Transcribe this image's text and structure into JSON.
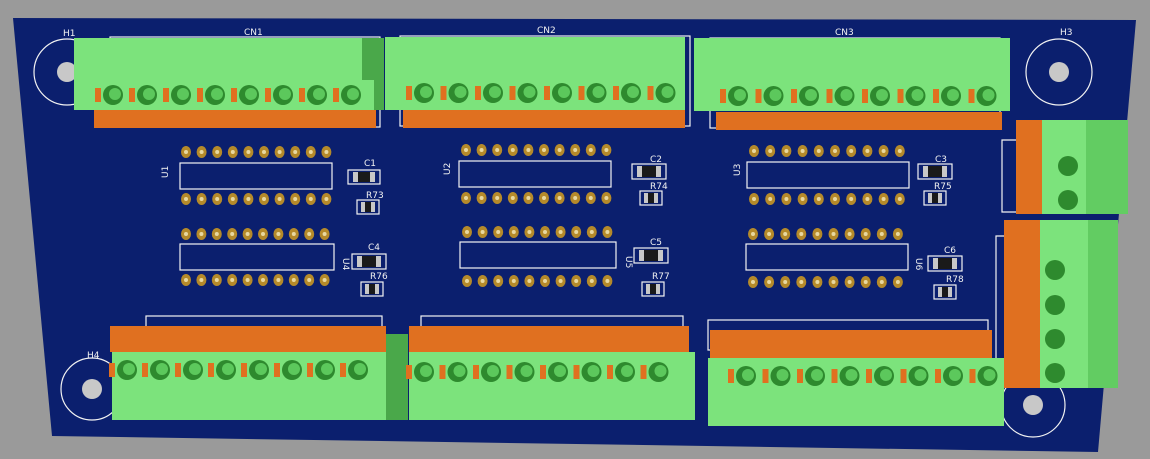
{
  "board": {
    "colors": {
      "background": "#9a9a9a",
      "pcb": "#0b1f6e",
      "silkscreen": "#f2f2f2",
      "pad": "#b58a2a",
      "connector_body": "#7ce37c",
      "connector_shade": "#4aa84a",
      "latch": "#e07020",
      "smd_body": "#1a1a1a",
      "smd_end": "#c8c8c8"
    }
  },
  "mounting_holes": [
    "H1",
    "H3",
    "H4"
  ],
  "connectors": {
    "top": [
      "CN1",
      "CN2",
      "CN3"
    ]
  },
  "ics": {
    "row1": [
      "U1",
      "U2",
      "U3"
    ],
    "row2": [
      "U4",
      "U5",
      "U6"
    ]
  },
  "capacitors": [
    "C1",
    "C2",
    "C3",
    "C4",
    "C5",
    "C6"
  ],
  "resistors": [
    "R73",
    "R74",
    "R75",
    "R76",
    "R77",
    "R78"
  ],
  "icons": [
    "mounting-hole-icon",
    "terminal-screw-icon",
    "dip-ic-icon",
    "smd-component-icon"
  ]
}
